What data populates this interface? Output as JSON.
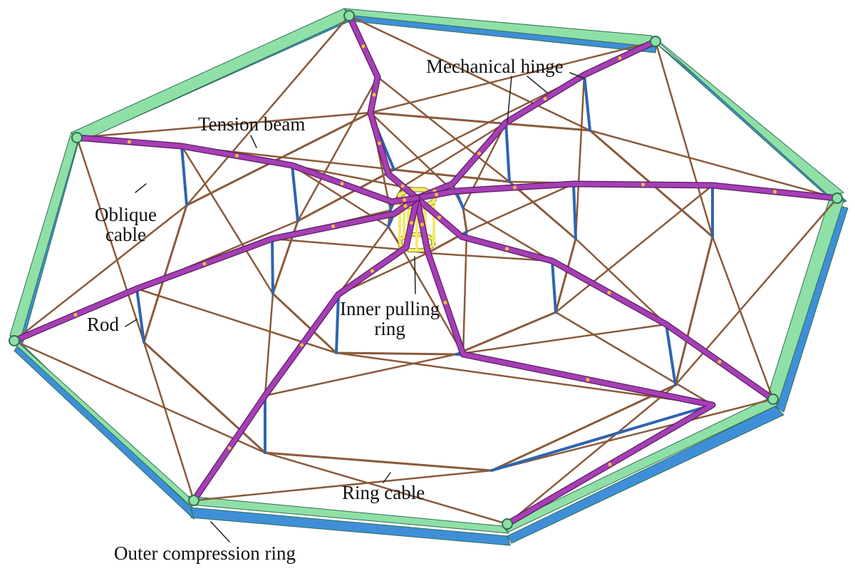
{
  "labels": {
    "mechanical_hinge": "Mechanical hinge",
    "tension_beam": "Tension  beam",
    "oblique_cable_l1": "Oblique",
    "oblique_cable_l2": "cable",
    "rod": "Rod",
    "inner_pulling_ring_l1": "Inner pulling",
    "inner_pulling_ring_l2": "ring",
    "ring_cable": "Ring cable",
    "outer_compression_ring": "Outer compression ring"
  },
  "colors": {
    "compression_ring_face": "#8fe0a6",
    "compression_ring_side": "#3f8fd8",
    "compression_ring_edge": "#2f6f55",
    "tension_beam": "#a63fb5",
    "tension_beam_edge": "#5c1e66",
    "cable": "#8a5a3a",
    "rod": "#2f64b0",
    "hinge_dot": "#e8c23a",
    "inner_ring": "#f2ea6a",
    "inner_ring_edge": "#8a8420",
    "leader": "#222222"
  }
}
